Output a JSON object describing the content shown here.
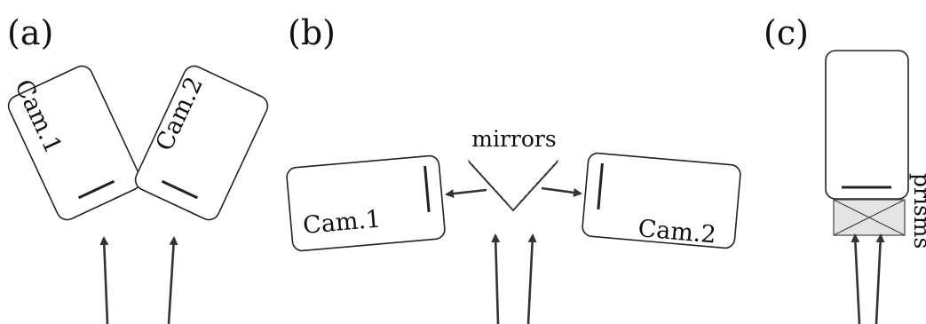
{
  "panels": {
    "a": {
      "label": "(a)",
      "cam1_label": "Cam.1",
      "cam2_label": "Cam.2"
    },
    "b": {
      "label": "(b)",
      "mirrors_label": "mirrors",
      "cam1_label": "Cam.1",
      "cam2_label": "Cam.2"
    },
    "c": {
      "label": "(c)",
      "prisms_label": "prisms"
    }
  },
  "colors": {
    "stroke": "#222222",
    "prism_fill": "#e4e4e4"
  }
}
